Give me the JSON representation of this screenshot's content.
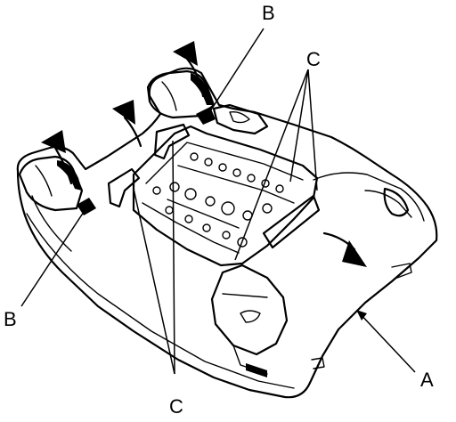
{
  "callouts": {
    "b_top": "B",
    "b_left": "B",
    "c_top": "C",
    "c_bottom": "C",
    "a": "A"
  }
}
